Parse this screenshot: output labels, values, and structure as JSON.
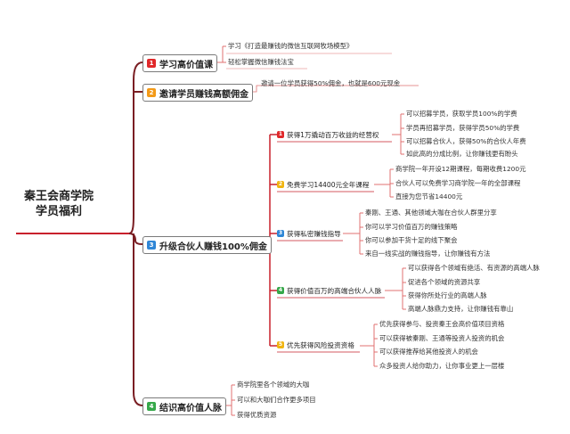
{
  "root": {
    "line1": "秦王会商学院",
    "line2": "学员福利"
  },
  "branches": [
    {
      "num": "1",
      "color": "#e0282a",
      "label": "学习高价值课",
      "leaves": [
        "学习《打造最赚钱的微信互联网牧场模型》",
        "轻松掌握微信赚钱法宝"
      ]
    },
    {
      "num": "2",
      "color": "#f39a18",
      "label": "邀请学员赚钱高额佣金",
      "leaves": [
        "邀请一位学员获得50%佣金，也就是600元现金"
      ]
    },
    {
      "num": "3",
      "color": "#2f86d6",
      "label": "升级合伙人赚钱100%佣金",
      "subs": [
        {
          "num": "1",
          "color": "#e0282a",
          "label": "获得1万撬动百万收益的经营权",
          "leaves": [
            "可以招募学员，获取学员100%的学费",
            "学员再招募学员，获得学员50%的学费",
            "可以招募合伙人，获得50%的合伙人年费",
            "如此高的分成比例，让你赚钱更有盼头"
          ]
        },
        {
          "num": "2",
          "color": "#f0b410",
          "label": "免费学习14400元全年课程",
          "leaves": [
            "商学院一年开设12期课程，每期收费1200元",
            "合伙人可以免费学习商学院一年的全部课程",
            "直接为您节省14400元"
          ]
        },
        {
          "num": "3",
          "color": "#2f86d6",
          "label": "获得私密赚钱指导",
          "leaves": [
            "秦刚、王通、其他领域大咖在合伙人群里分享",
            "你可以学习价值百万的赚钱策略",
            "你可以参加干货十足的线下聚会",
            "来自一线实战的赚钱指导，让你赚钱有方法"
          ]
        },
        {
          "num": "4",
          "color": "#36a84a",
          "label": "获得价值百万的高端合伙人人脉",
          "leaves": [
            "可以获得各个领域有绝活、有资源的高端人脉",
            "促进各个领域的资源共享",
            "获得你所处行业的高端人脉",
            "高端人脉鼎力支持，让你赚钱有靠山"
          ]
        },
        {
          "num": "5",
          "color": "#f0b410",
          "label": "优先获得风险投资资格",
          "leaves": [
            "优先获得参与、投资秦王会高价值项目资格",
            "可以获得被秦刚、王通等投资人投资的机会",
            "可以获得推荐给其他投资人的机会",
            "众多投资人给你助力，让你事业更上一层楼"
          ]
        }
      ]
    },
    {
      "num": "4",
      "color": "#36a84a",
      "label": "结识高价值人脉",
      "leaves": [
        "商学院里各个领域的大咖",
        "可以和大咖们合作更多项目",
        "获得优质资源"
      ]
    }
  ],
  "colors": {
    "root_line": "#c8202c",
    "branch_line": "#7a1e23",
    "sub_line": "#c8202c",
    "leaf_line": "#e07070"
  }
}
